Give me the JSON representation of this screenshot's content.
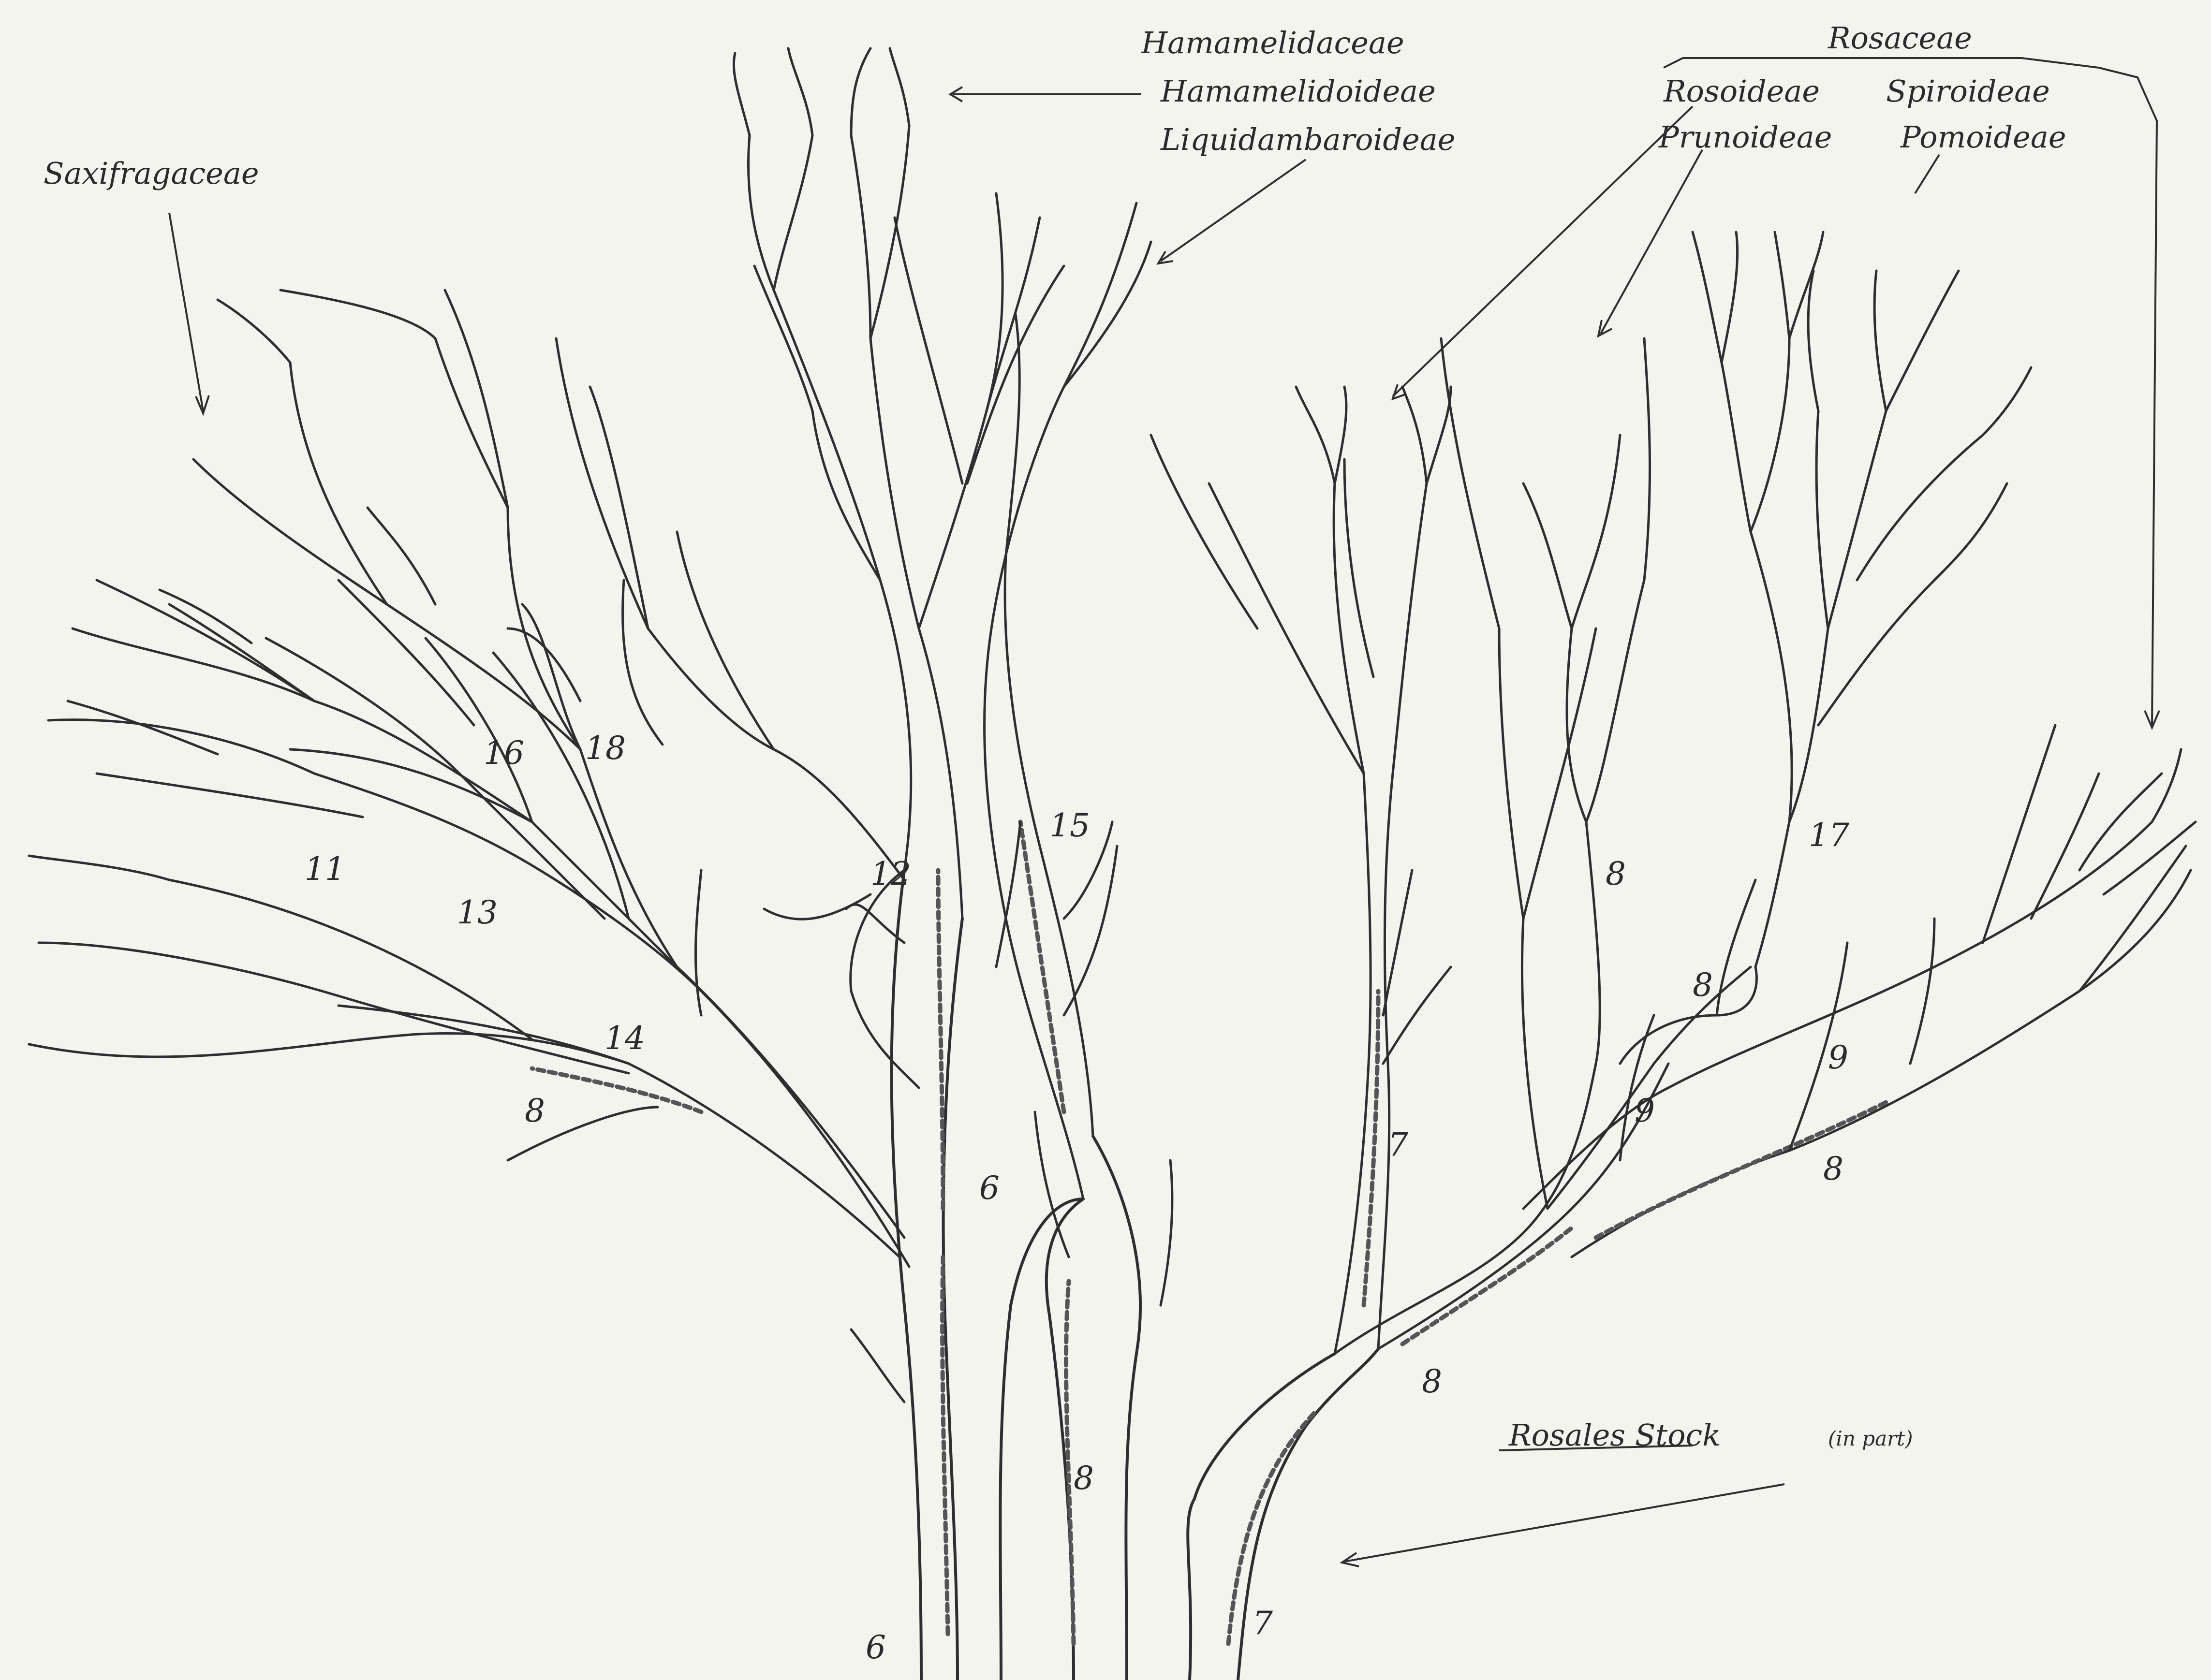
{
  "labels": {
    "hamamelidaceae": "Hamamelidaceae",
    "hamamelidoideae": "Hamamelidoideae",
    "liquidambaroideae": "Liquidambaroideae",
    "rosaceae": "Rosaceae",
    "rosoideae": "Rosoideae",
    "spiroideae": "Spiroideae",
    "prunoideae": "Prunoideae",
    "pomoideae": "Pomoideae",
    "saxifragaceae": "Saxifragaceae",
    "rosales_stock": "Rosales Stock",
    "rosales_stock_note": "(in part)"
  },
  "numbers": {
    "n16": "16",
    "n18": "18",
    "n11": "11",
    "n13": "13",
    "n14": "14",
    "n8_left": "8",
    "n12": "12",
    "n15": "15",
    "n6_mid": "6",
    "n8_center": "8",
    "n6_bottom": "6",
    "n7_bottom": "7",
    "n7_right": "7",
    "n8_right_stem": "8",
    "n8_fork": "8",
    "n17": "17",
    "n9_a": "9",
    "n9_b": "9",
    "n8_far_right": "8",
    "n8_lower": "8"
  }
}
